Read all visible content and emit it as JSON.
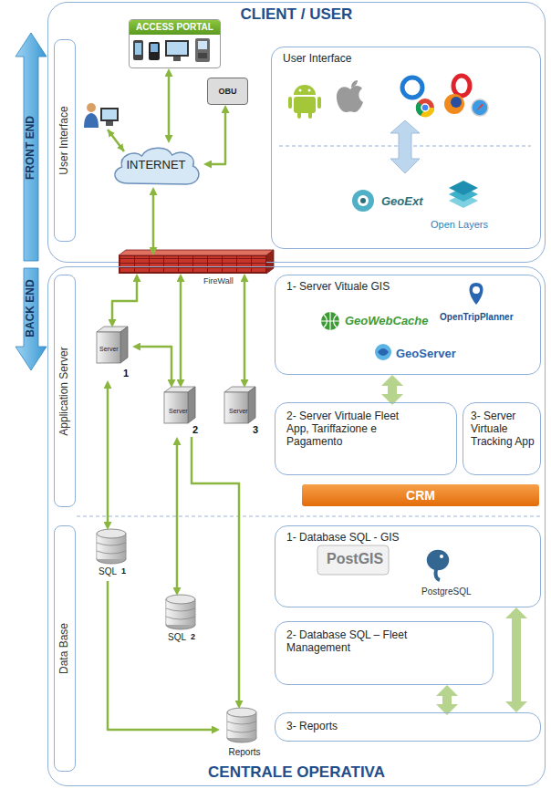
{
  "diagram": {
    "nodes": [
      {
        "text": [
          "CLIENT / USER"
        ]
      },
      {
        "text": [
          "User Interface"
        ],
        "in": 0
      },
      {
        "text": [
          "ACCESS PORTAL"
        ],
        "in": 0
      },
      {
        "text": [
          "OBU"
        ],
        "in": 0
      },
      {
        "text": [
          "INTERNET"
        ],
        "in": 0
      },
      {
        "text": [
          "User Interface",
          "GeoExt",
          "Open Layers"
        ],
        "in": 0
      },
      {
        "text": [
          "FireWall"
        ]
      },
      {
        "text": [
          "CENTRALE OPERATIVA"
        ]
      },
      {
        "text": [
          "Application Server"
        ],
        "in": 7
      },
      {
        "text": [
          "Server",
          "1"
        ],
        "in": 7
      },
      {
        "text": [
          "1- Server Vituale GIS",
          "GeoWebCache",
          "OpenTripPlanner",
          "GeoServer"
        ],
        "in": 7
      },
      {
        "text": [
          "Server",
          "2"
        ],
        "in": 7
      },
      {
        "text": [
          "Server",
          "3"
        ],
        "in": 7
      },
      {
        "text": [
          "2- Server Virtuale Fleet App, Tariffazione e Pagamento"
        ],
        "in": 7
      },
      {
        "text": [
          "3- Server Virtuale Tracking App"
        ],
        "in": 7
      },
      {
        "text": [
          "CRM"
        ],
        "in": 7
      },
      {
        "text": [
          "Data Base"
        ],
        "in": 7
      },
      {
        "text": [
          "SQL",
          "1"
        ],
        "in": 7
      },
      {
        "text": [
          "1- Database SQL - GIS",
          "PostGIS",
          "PostgreSQL"
        ],
        "in": 7
      },
      {
        "text": [
          "SQL",
          "2"
        ],
        "in": 7
      },
      {
        "text": [
          "2- Database SQL – Fleet Management"
        ],
        "in": 7
      },
      {
        "text": [
          "Reports"
        ],
        "in": 7
      },
      {
        "text": [
          "3- Reports"
        ],
        "in": 7
      }
    ],
    "edges": [
      {
        "from": 2,
        "to": 4,
        "arrow": "both"
      },
      {
        "from": 3,
        "to": 4,
        "arrow": "both"
      },
      {
        "from": 4,
        "to": 6,
        "arrow": "both"
      },
      {
        "from": 6,
        "to": 9,
        "arrow": "both"
      },
      {
        "from": 6,
        "to": 11,
        "arrow": "both"
      },
      {
        "from": 6,
        "to": 12,
        "arrow": "both"
      },
      {
        "from": 9,
        "to": 11,
        "arrow": "both"
      },
      {
        "from": 9,
        "to": 17,
        "arrow": "both"
      },
      {
        "from": 11,
        "to": 19,
        "arrow": "both"
      },
      {
        "from": 11,
        "to": 21,
        "arrow": "to"
      },
      {
        "from": 17,
        "to": 21,
        "arrow": "to"
      },
      {
        "from": 10,
        "to": 13,
        "arrow": "both"
      },
      {
        "from": 20,
        "to": 22,
        "arrow": "both"
      },
      {
        "from": 18,
        "to": 22,
        "arrow": "both"
      }
    ],
    "labels": [
      "FRONT END",
      "BACK END"
    ]
  }
}
